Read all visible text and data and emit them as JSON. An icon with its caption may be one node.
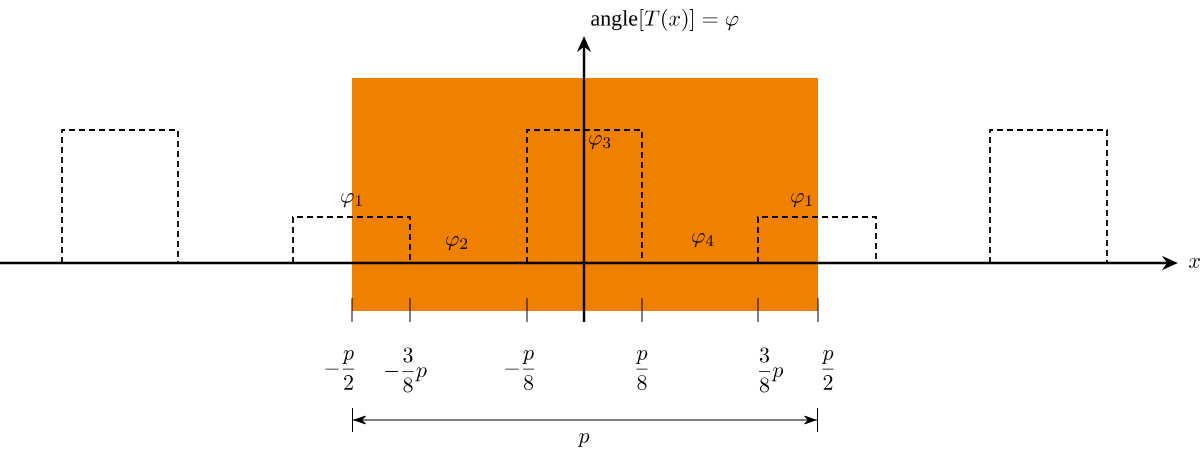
{
  "diagram": {
    "labels": [
      "\\mathrm{angle}[T(x)]=\\varphi",
      "\\varphi_3",
      "\\varphi_1",
      "\\varphi_1",
      "\\varphi_2",
      "\\varphi_4",
      "x",
      "-\\frac{p}{2}",
      "-\\frac{3}{8}p",
      "-\\frac{p}{8}",
      "\\frac{p}{8}",
      "\\frac{3}{8}p",
      "\\frac{p}{2}",
      "p"
    ]
  }
}
